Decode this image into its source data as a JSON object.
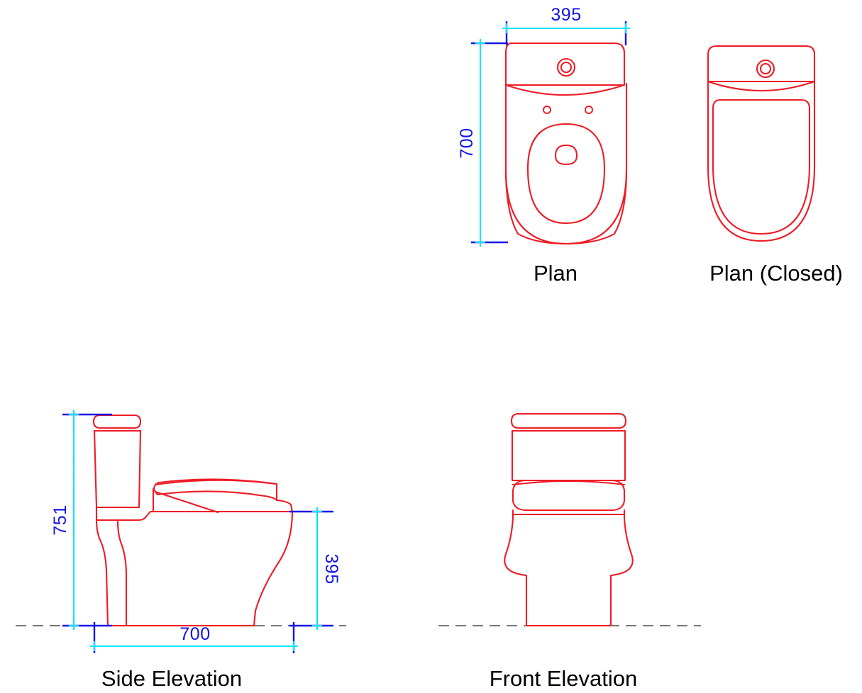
{
  "drawing": {
    "type": "cad-orthographic-drawing",
    "subject": "toilet-wc-suite",
    "units": "mm",
    "colors": {
      "geometry": "#ee1c25",
      "dimension_line": "#00e5ff",
      "extension_line": "#1414e6",
      "dimension_text": "#1414e6",
      "label_text": "#000000",
      "ground_line": "#7a7a7a",
      "background": "#ffffff"
    }
  },
  "views": {
    "plan": {
      "label": "Plan",
      "dimensions": {
        "width": "395",
        "depth": "700"
      }
    },
    "plan_closed": {
      "label": "Plan (Closed)"
    },
    "side_elevation": {
      "label": "Side Elevation",
      "dimensions": {
        "height": "751",
        "seat_height": "395",
        "length": "700"
      }
    },
    "front_elevation": {
      "label": "Front Elevation"
    }
  },
  "dimension_values": {
    "plan_width": "395",
    "plan_depth": "700",
    "overall_height": "751",
    "seat_height": "395",
    "overall_length": "700"
  }
}
